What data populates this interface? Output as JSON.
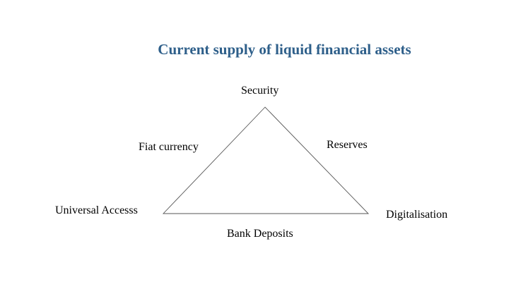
{
  "title": "Current supply of liquid financial assets",
  "vertices": {
    "top": "Security",
    "left": "Universal Accesss",
    "right": "Digitalisation"
  },
  "edges": {
    "left": "Fiat currency",
    "right": "Reserves",
    "bottom": "Bank Deposits"
  },
  "colors": {
    "title": "#2e5f8a",
    "line": "#555555",
    "text": "#000000"
  }
}
